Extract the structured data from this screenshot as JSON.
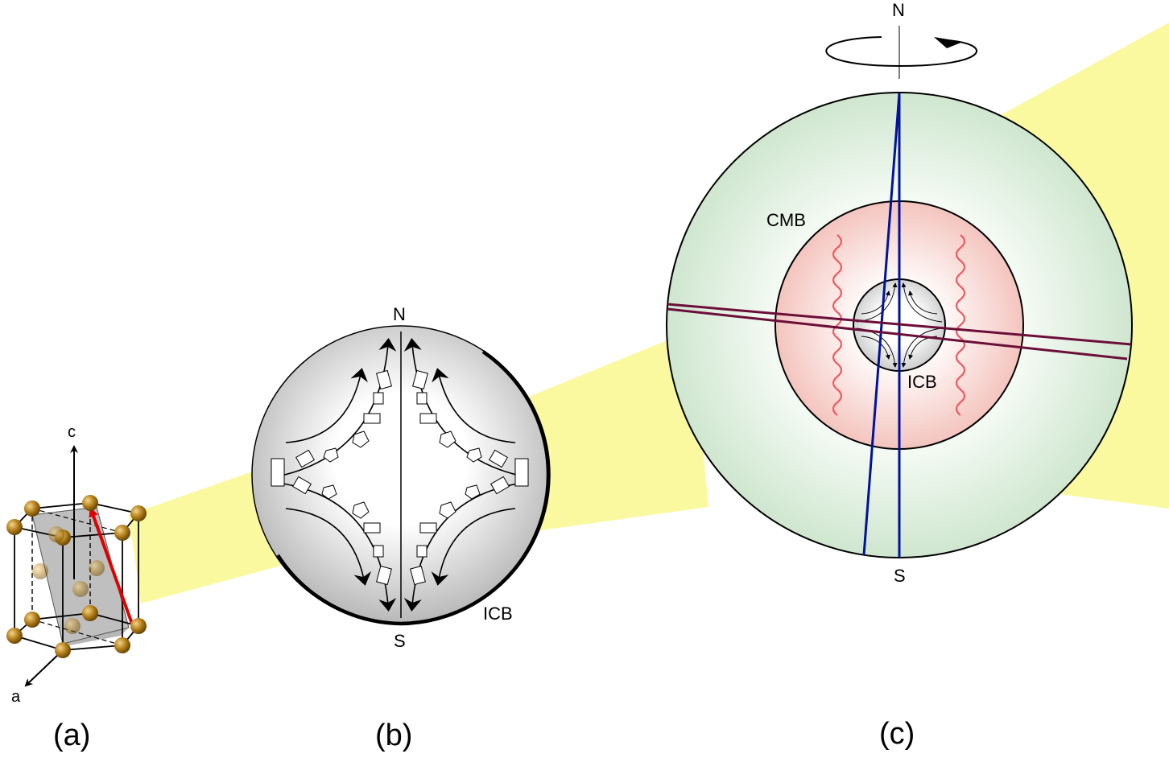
{
  "panel_a": {
    "label": "(a)",
    "axis_c": "c",
    "axis_a": "a"
  },
  "panel_b": {
    "label": "(b)",
    "north": "N",
    "south": "S",
    "boundary": "ICB"
  },
  "panel_c": {
    "label": "(c)",
    "north": "N",
    "south": "S",
    "outer_boundary": "CMB",
    "inner_boundary": "ICB"
  },
  "colors": {
    "highlight_beam": "#fbf9a0",
    "mantle_green": "#cfe6cf",
    "outer_core_red": "#f6c9c4",
    "inner_core_grey": "#d4d4d4",
    "ray_blue": "#00139a",
    "ray_maroon": "#6b0f3a",
    "heat_wave": "#f2585a",
    "atom_bronze": "#b07b16",
    "vector_red": "#e00000"
  }
}
